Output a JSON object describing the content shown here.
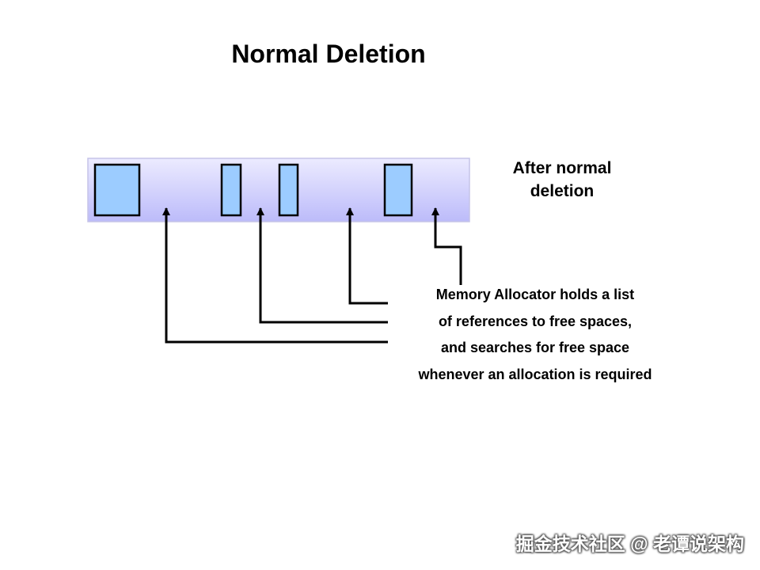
{
  "title": "Normal Deletion",
  "side_label": [
    "After normal",
    "deletion"
  ],
  "description": [
    "Memory Allocator holds a list",
    "of references to free spaces,",
    "and searches for free space",
    "whenever an allocation is required"
  ],
  "watermark": "掘金技术社区 @ 老谭说架构",
  "colors": {
    "memory_bar_top": "#ecebff",
    "memory_bar_bottom": "#bcbbfa",
    "memory_bar_border": "#c5c4e8",
    "allocated_block_fill": "#9cccff",
    "stroke": "#000000"
  }
}
